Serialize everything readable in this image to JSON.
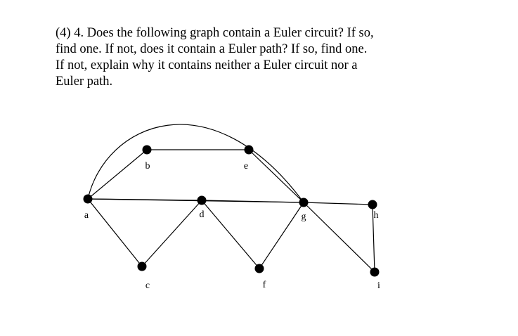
{
  "question": {
    "lines": [
      "(4) 4.  Does the following graph contain a Euler circuit?  If so,",
      "find one.  If not, does it contain a Euler path?  If so, find one.",
      "If not, explain why it contains neither a Euler circuit nor a",
      "Euler path."
    ]
  },
  "graph": {
    "vertices": [
      {
        "id": "a",
        "label": "a"
      },
      {
        "id": "b",
        "label": "b"
      },
      {
        "id": "c",
        "label": "c"
      },
      {
        "id": "d",
        "label": "d"
      },
      {
        "id": "e",
        "label": "e"
      },
      {
        "id": "f",
        "label": "f"
      },
      {
        "id": "g",
        "label": "g"
      },
      {
        "id": "h",
        "label": "h"
      },
      {
        "id": "i",
        "label": "i"
      }
    ],
    "edges": [
      [
        "a",
        "b"
      ],
      [
        "b",
        "e"
      ],
      [
        "e",
        "g"
      ],
      [
        "a",
        "g"
      ],
      [
        "a",
        "d"
      ],
      [
        "d",
        "g"
      ],
      [
        "g",
        "h"
      ],
      [
        "a",
        "c"
      ],
      [
        "c",
        "d"
      ],
      [
        "d",
        "f"
      ],
      [
        "f",
        "g"
      ],
      [
        "g",
        "i"
      ],
      [
        "h",
        "i"
      ]
    ],
    "node_color": "#000000",
    "edge_color": "#000000"
  }
}
